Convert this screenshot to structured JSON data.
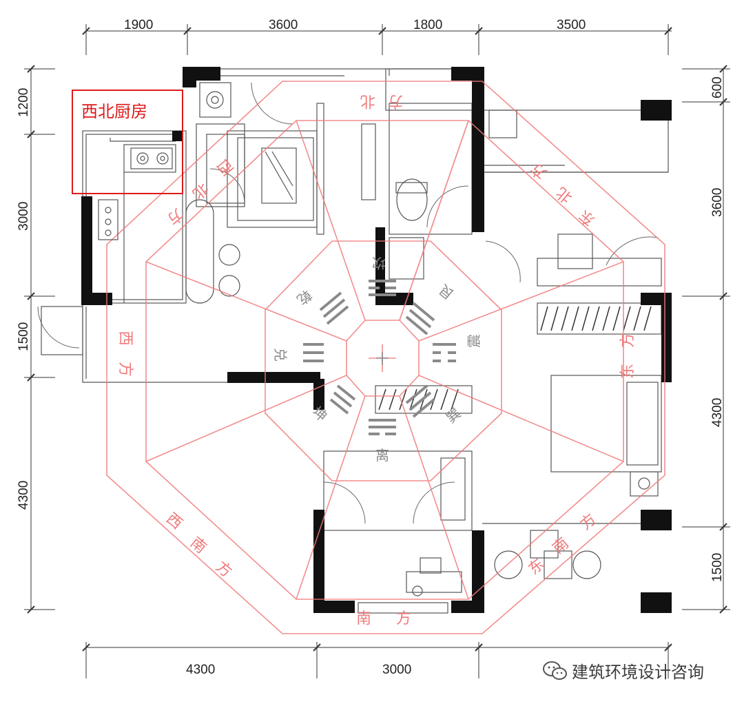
{
  "dimensions": {
    "top": [
      "1900",
      "3600",
      "1800",
      "3500"
    ],
    "bottom": [
      "4300",
      "3000"
    ],
    "left": [
      "1200",
      "3000",
      "1500",
      "4300"
    ],
    "right": [
      "600",
      "3600",
      "4300",
      "1500"
    ]
  },
  "callout": {
    "label": "西北厨房"
  },
  "directions": {
    "north": [
      "北",
      "方"
    ],
    "northeast": [
      "东",
      "北",
      "方"
    ],
    "east": [
      "东",
      "方"
    ],
    "southeast": [
      "东",
      "南",
      "方"
    ],
    "south": [
      "南",
      "方"
    ],
    "southwest": [
      "西",
      "南",
      "方"
    ],
    "west": [
      "西",
      "方"
    ],
    "northwest": [
      "西",
      "北",
      "方"
    ]
  },
  "trigrams": {
    "qian": "乾",
    "kan": "坎",
    "gen": "艮",
    "zhen": "震",
    "xun": "巽",
    "li": "离",
    "kun": "坤",
    "dui": "兑"
  },
  "center_mark": "十",
  "watermark": {
    "text": "建筑环境设计咨询",
    "icon": "wechat-icon"
  },
  "colors": {
    "wall": "#111111",
    "plan_line": "#555555",
    "bagua": "#f07a7a",
    "callout": "#e01818",
    "trigram": "#8a8a8a"
  }
}
